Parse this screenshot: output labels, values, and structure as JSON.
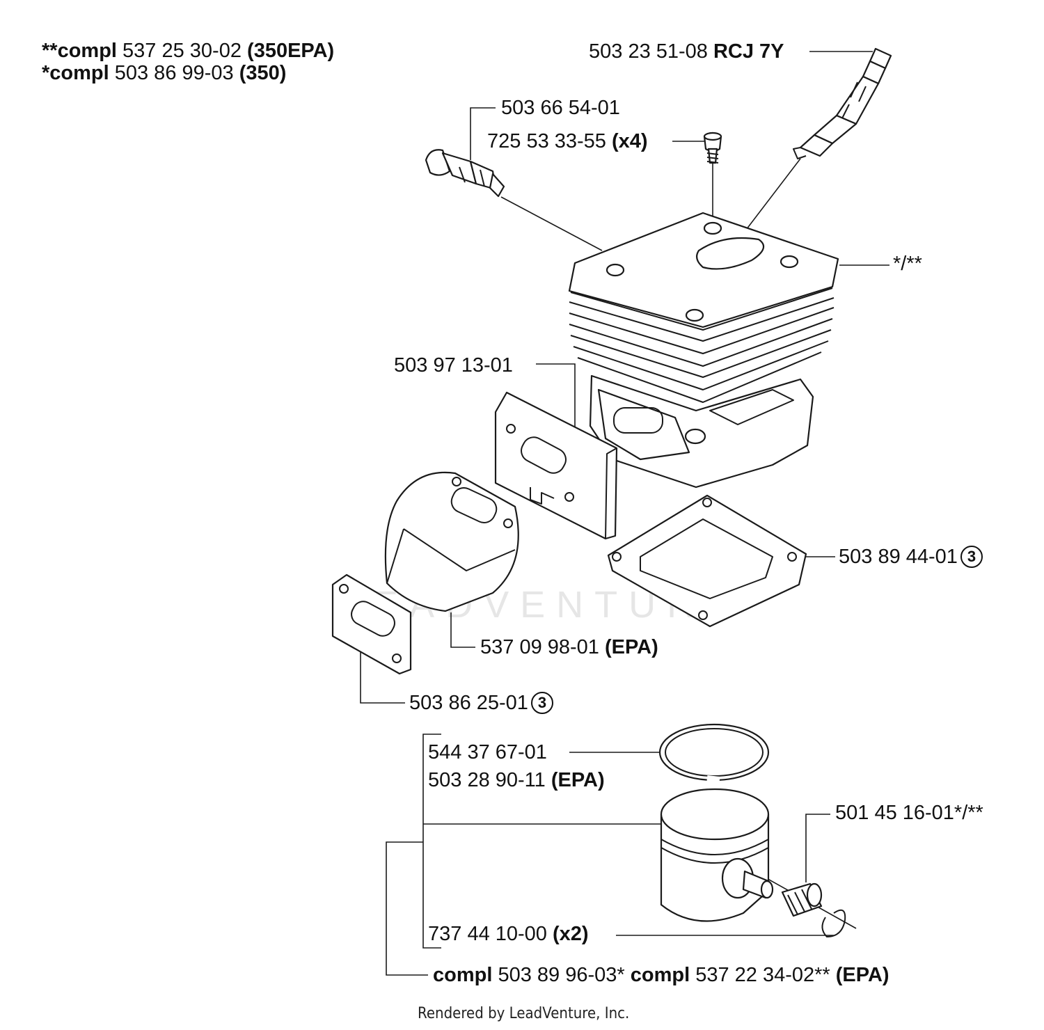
{
  "labels": {
    "compl_350epa_prefix": "**compl",
    "compl_350epa_num": " 537 25 30-02 ",
    "compl_350epa_suffix": "(350EPA)",
    "compl_350_prefix": "*compl",
    "compl_350_num": " 503 86 99-03 ",
    "compl_350_suffix": "(350)",
    "spark_plug_num": "503 23 51-08 ",
    "spark_plug_type": "RCJ 7Y",
    "decomp_valve": "503 66 54-01",
    "screw_num": "725 53 33-55 ",
    "screw_qty": "(x4)",
    "cylinder": "*/**",
    "gasket_plate": "503 97 13-01",
    "base_gasket_num": "503 89 44-01",
    "base_gasket_circle": "3",
    "heat_shield_num": "537 09 98-01 ",
    "heat_shield_suffix": "(EPA)",
    "exhaust_gasket_num": "503 86 25-01",
    "exhaust_gasket_circle": "3",
    "ring_a": "544 37 67-01",
    "ring_b_num": "503 28 90-11 ",
    "ring_b_suffix": "(EPA)",
    "bearing": "501 45 16-01*/**",
    "circlip_num": "737 44 10-00 ",
    "circlip_qty": "(x2)",
    "piston_compl_a": "compl",
    "piston_compl_a_num": " 503 89 96-03* ",
    "piston_compl_b": "compl",
    "piston_compl_b_num": " 537 22 34-02** ",
    "piston_compl_suffix": "(EPA)"
  },
  "watermark": "LEADVENTURE",
  "footer": "Rendered by LeadVenture, Inc."
}
